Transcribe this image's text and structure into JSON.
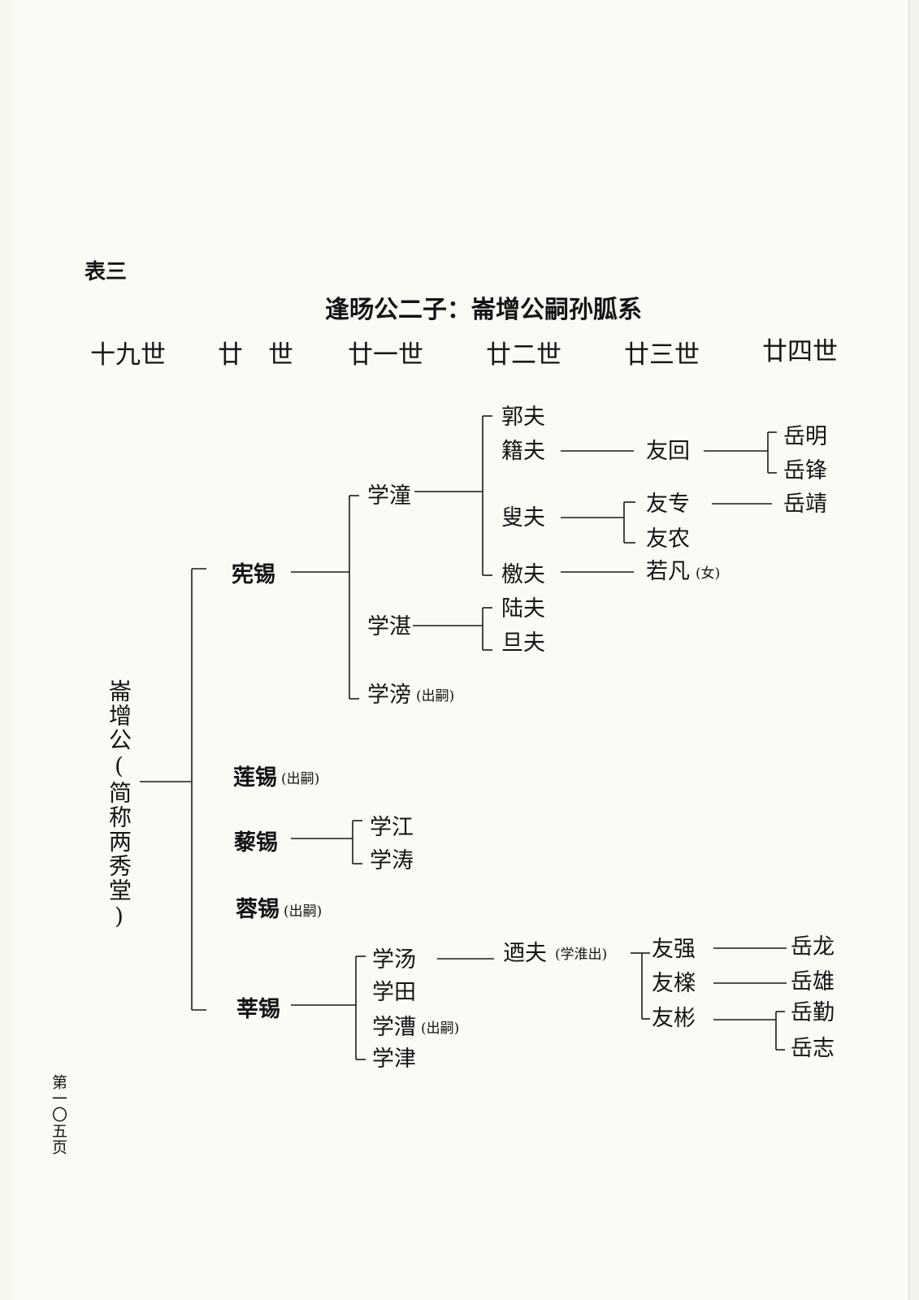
{
  "table_label": "表三",
  "title": "逢旸公二子：崙增公嗣孙胍系",
  "generations": [
    "十九世",
    "廿　世",
    "廿一世",
    "廿二世",
    "廿三世",
    "廿四世"
  ],
  "root": "崙增公(简称两秀堂)",
  "people": {
    "xian_xi": "宪锡",
    "lian_xi": "莲锡",
    "lian_xi_note": "(出嗣)",
    "li_xi": "藜锡",
    "rong_xi": "蓉锡",
    "rong_xi_note": "(出嗣)",
    "xin_xi": "莘锡",
    "xue_chuang": "学潼",
    "xue_zhan": "学湛",
    "xue_pang": "学滂",
    "xue_pang_note": "(出嗣)",
    "xue_jiang": "学江",
    "xue_tao": "学涛",
    "xue_tang": "学汤",
    "xue_tian": "学田",
    "xue_cao": "学漕",
    "xue_cao_note": "(出嗣)",
    "xue_jin": "学津",
    "guo_fu": "郭夫",
    "ji_fu": "籍夫",
    "sou_fu": "叟夫",
    "jiao_fu": "檄夫",
    "lu_fu": "陆夫",
    "dan_fu": "旦夫",
    "qiu_fu": "迺夫",
    "qiu_fu_note": "(学淮出)",
    "you_hui": "友回",
    "you_zhuan": "友专",
    "you_nong": "友农",
    "ruo_fan": "若凡",
    "ruo_fan_note": "(女)",
    "you_qiang": "友强",
    "you_li": "友檪",
    "you_bin": "友彬",
    "yue_ming": "岳明",
    "yue_feng": "岳锋",
    "yue_jing": "岳靖",
    "yue_long": "岳龙",
    "yue_xiong": "岳雄",
    "yue_qin": "岳勤",
    "yue_zhi": "岳志"
  },
  "page_number": "第一〇五页"
}
